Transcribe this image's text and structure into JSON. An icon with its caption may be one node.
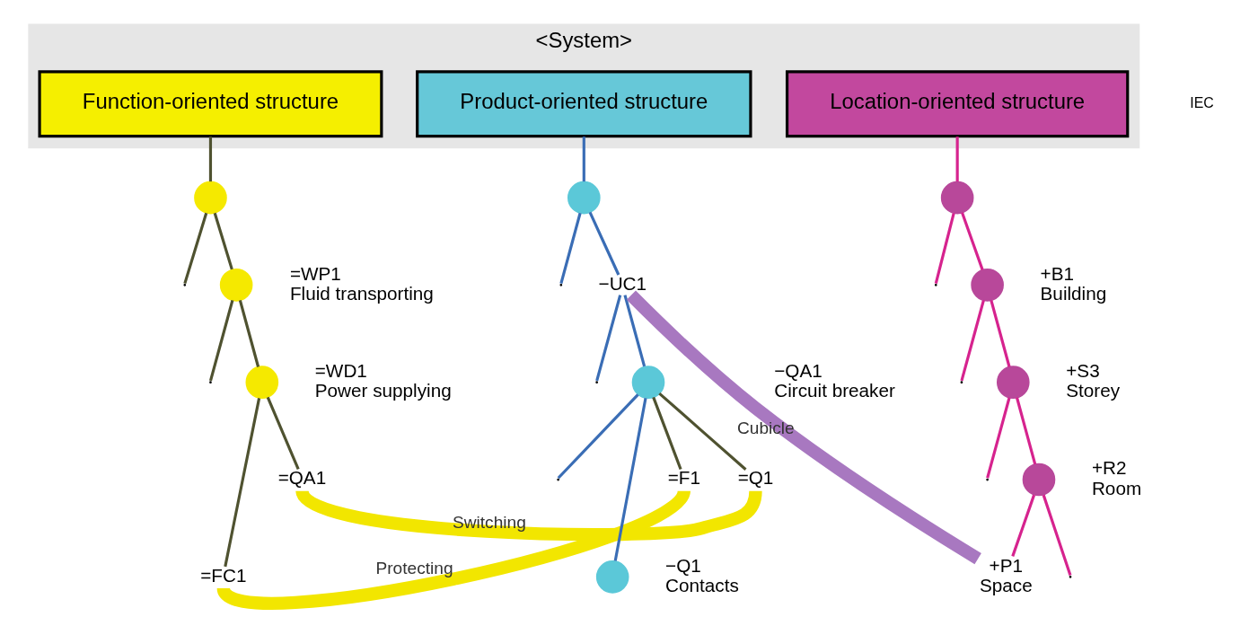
{
  "diagram": {
    "nodes": [
      {
        "text": [
          "<System>"
        ]
      },
      {
        "text": [
          "Function-oriented structure"
        ],
        "in": 0
      },
      {
        "text": [
          "Product-oriented structure"
        ],
        "in": 0
      },
      {
        "text": [
          "Location-oriented structure"
        ],
        "in": 0
      },
      {
        "text": [],
        "shape": "circle"
      },
      {
        "text": [],
        "shape": "circle",
        "beside": [
          "=WP1",
          "Fluid transporting"
        ]
      },
      {
        "text": [],
        "shape": "circle",
        "beside": [
          "=WD1",
          "Power supplying"
        ]
      },
      {
        "text": [
          "=FC1"
        ]
      },
      {
        "text": [
          "=QA1"
        ]
      },
      {
        "text": [],
        "shape": "circle"
      },
      {
        "text": [
          "−UC1"
        ]
      },
      {
        "text": [],
        "shape": "circle",
        "beside": [
          "−QA1",
          "Circuit breaker"
        ]
      },
      {
        "text": [],
        "shape": "circle",
        "beside": [
          "−Q1",
          "Contacts"
        ]
      },
      {
        "text": [
          "=F1"
        ]
      },
      {
        "text": [
          "=Q1"
        ]
      },
      {
        "text": [],
        "shape": "circle"
      },
      {
        "text": [],
        "shape": "circle",
        "beside": [
          "+B1",
          "Building"
        ]
      },
      {
        "text": [],
        "shape": "circle",
        "beside": [
          "+S3",
          "Storey"
        ]
      },
      {
        "text": [],
        "shape": "circle",
        "beside": [
          "+R2",
          "Room"
        ]
      },
      {
        "text": [
          "+P1",
          "Space"
        ]
      }
    ],
    "edges": [
      {
        "from": 1,
        "to": 4,
        "arrow": "none",
        "color": "#4f5230"
      },
      {
        "from": 4,
        "to": null,
        "arrow": "none",
        "color": "#4f5230"
      },
      {
        "from": 4,
        "to": 5,
        "arrow": "none",
        "color": "#4f5230"
      },
      {
        "from": 5,
        "to": null,
        "arrow": "none",
        "color": "#4f5230"
      },
      {
        "from": 5,
        "to": 6,
        "arrow": "none",
        "color": "#4f5230"
      },
      {
        "from": 6,
        "to": 7,
        "arrow": "none",
        "color": "#4f5230"
      },
      {
        "from": 6,
        "to": 8,
        "arrow": "none",
        "color": "#4f5230"
      },
      {
        "from": 2,
        "to": 9,
        "arrow": "none",
        "color": "#3a6db5"
      },
      {
        "from": 9,
        "to": null,
        "arrow": "none",
        "color": "#3a6db5"
      },
      {
        "from": 9,
        "to": 10,
        "arrow": "none",
        "color": "#3a6db5"
      },
      {
        "from": 10,
        "to": null,
        "arrow": "none",
        "color": "#3a6db5"
      },
      {
        "from": 10,
        "to": 11,
        "arrow": "none",
        "color": "#3a6db5"
      },
      {
        "from": 11,
        "to": null,
        "arrow": "none",
        "color": "#3a6db5"
      },
      {
        "from": 11,
        "to": 12,
        "arrow": "none",
        "color": "#3a6db5"
      },
      {
        "from": 11,
        "to": 13,
        "arrow": "none",
        "color": "#4f5230"
      },
      {
        "from": 11,
        "to": 14,
        "arrow": "none",
        "color": "#4f5230"
      },
      {
        "from": 3,
        "to": 15,
        "arrow": "none",
        "color": "#d6238e"
      },
      {
        "from": 15,
        "to": null,
        "arrow": "none",
        "color": "#d6238e"
      },
      {
        "from": 15,
        "to": 16,
        "arrow": "none",
        "color": "#d6238e"
      },
      {
        "from": 16,
        "to": null,
        "arrow": "none",
        "color": "#d6238e"
      },
      {
        "from": 16,
        "to": 17,
        "arrow": "none",
        "color": "#d6238e"
      },
      {
        "from": 17,
        "to": null,
        "arrow": "none",
        "color": "#d6238e"
      },
      {
        "from": 17,
        "to": 18,
        "arrow": "none",
        "color": "#d6238e"
      },
      {
        "from": 18,
        "to": 19,
        "arrow": "none",
        "color": "#d6238e"
      },
      {
        "from": 18,
        "to": null,
        "arrow": "none",
        "color": "#d6238e"
      },
      {
        "from": 8,
        "to": 14,
        "arrow": "none",
        "label": "Switching",
        "style": "thick",
        "color": "#f2e600"
      },
      {
        "from": 7,
        "to": 13,
        "arrow": "none",
        "label": "Protecting",
        "style": "thick",
        "color": "#f2e600"
      },
      {
        "from": 10,
        "to": 19,
        "arrow": "none",
        "label": "Cubicle",
        "style": "thick",
        "color": "#a878c0"
      }
    ],
    "labels": [
      "IEC"
    ]
  }
}
